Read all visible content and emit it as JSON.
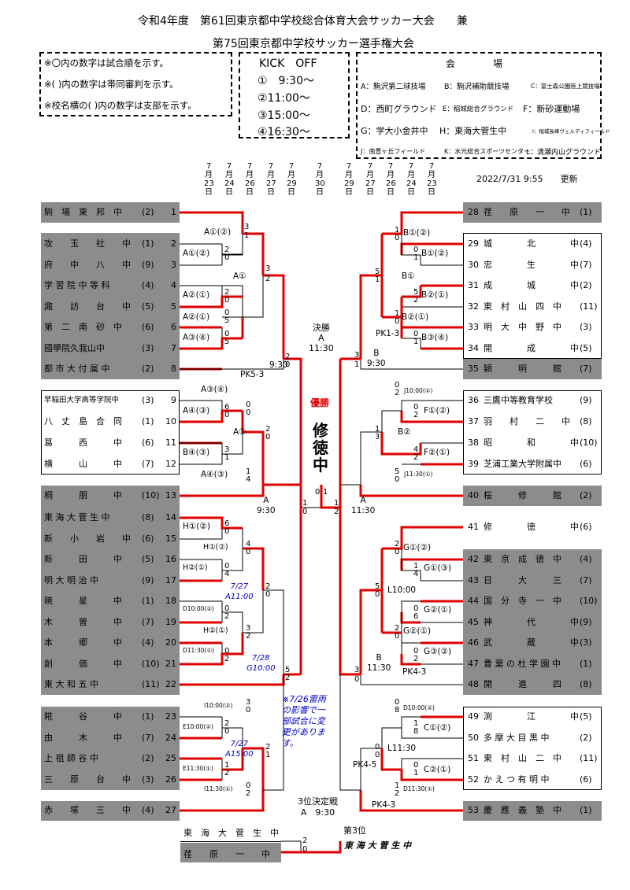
{
  "title1": "令和4年度　第61回東京都中学校総合体育大会サッカー大会　　兼",
  "title2": "第75回東京都中学校サッカー選手権大会",
  "notes": [
    "※〇内の数字は試合順を示す。",
    "※( )内の数字は帯同審判を示す。",
    "※校名横の( )内の数字は支部を示す。"
  ],
  "kickoff": {
    "title": "KICK　OFF",
    "times": [
      "①　9:30～",
      "②11:00～",
      "③15:00～",
      "④16:30～"
    ]
  },
  "venues_title": "会　　　　場",
  "venues": [
    "A：駒沢第二球技場",
    "B：駒沢補助競技場",
    "C：富士森公園陸上競技場",
    "D：西町グラウンド",
    "E：稲城総合グラウンド",
    "F：新砂運動場",
    "G：学大小金井中",
    "H：東海大菅生中",
    "I：稲城長峰ヴェルディフィールド",
    "J：南豊ヶ丘フィールド",
    "K：水元総合スポーツセンター",
    "L：清瀬内山グラウンド"
  ],
  "dates_left": [
    "7月23日",
    "7月24日",
    "7月26日",
    "7月27日",
    "7月29日",
    "7月30日"
  ],
  "dates_right": [
    "7月29日",
    "7月27日",
    "7月26日",
    "7月24日",
    "7月23日"
  ],
  "updated": "2022/7/31 9:55　　更新",
  "teams_left": [
    {
      "name": "駒　場　東　邦　中",
      "br": "(2)",
      "no": "1"
    },
    {
      "name": "攻　　玉　　社　　中",
      "br": "(1)",
      "no": "2"
    },
    {
      "name": "府　　中　　八　　中",
      "br": "(9)",
      "no": "3"
    },
    {
      "name": "学 習 院 中 等 科",
      "br": "(4)",
      "no": "4"
    },
    {
      "name": "諏　　訪　　台　　中",
      "br": "(5)",
      "no": "5"
    },
    {
      "name": "第　二　南　砂　中",
      "br": "(6)",
      "no": "6"
    },
    {
      "name": "國學院久我山中",
      "br": "(3)",
      "no": "7"
    },
    {
      "name": "都 市 大 付 属 中",
      "br": "(2)",
      "no": "8"
    },
    {
      "name": "早稲田大学高等学院中",
      "br": "(3)",
      "no": "9"
    },
    {
      "name": "八　丈　島　合　同",
      "br": "(1)",
      "no": "10"
    },
    {
      "name": "葛　　　西　　　中",
      "br": "(6)",
      "no": "11"
    },
    {
      "name": "横　　　山　　　中",
      "br": "(7)",
      "no": "12"
    },
    {
      "name": "桐　　　朋　　　中",
      "br": "(10)",
      "no": "13"
    },
    {
      "name": "東 海 大 菅 生 中",
      "br": "(8)",
      "no": "14"
    },
    {
      "name": "新　　小　　岩　　中",
      "br": "(6)",
      "no": "15"
    },
    {
      "name": "新　　　田　　　中",
      "br": "(5)",
      "no": "16"
    },
    {
      "name": "明 大 明 治 中",
      "br": "(9)",
      "no": "17"
    },
    {
      "name": "暁　　　星　　　中",
      "br": "(1)",
      "no": "18"
    },
    {
      "name": "木　　　曽　　　中",
      "br": "(7)",
      "no": "19"
    },
    {
      "name": "本　　　郷　　　中",
      "br": "(4)",
      "no": "20"
    },
    {
      "name": "創　　　価　　　中",
      "br": "(10)",
      "no": "21"
    },
    {
      "name": "東 大 和 五 中",
      "br": "(11)",
      "no": "22"
    },
    {
      "name": "糀　　　谷　　　中",
      "br": "(1)",
      "no": "23"
    },
    {
      "name": "由　　　木　　　中",
      "br": "(7)",
      "no": "24"
    },
    {
      "name": "上 祖 師 谷 中",
      "br": "(2)",
      "no": "25"
    },
    {
      "name": "三　　原　　台　　中",
      "br": "(3)",
      "no": "26"
    },
    {
      "name": "赤　　塚　　三　　中",
      "br": "(4)",
      "no": "27"
    }
  ],
  "teams_right": [
    {
      "no": "28",
      "name": "荏　　原　　一　　中",
      "br": "(1)"
    },
    {
      "no": "29",
      "name": "城　　　　北　　　　中",
      "br": "(4)"
    },
    {
      "no": "30",
      "name": "忠　　　　生　　　　中",
      "br": "(7)"
    },
    {
      "no": "31",
      "name": "成　　　　城　　　　中",
      "br": "(2)"
    },
    {
      "no": "32",
      "name": "東　村　山　四　中",
      "br": "(11)"
    },
    {
      "no": "33",
      "name": "明　大　中　野　中",
      "br": "(3)"
    },
    {
      "no": "34",
      "name": "開　　　　成　　　　中",
      "br": "(5)"
    },
    {
      "no": "35",
      "name": "穎　　　明　　　館",
      "br": "(7)"
    },
    {
      "no": "36",
      "name": "三鷹中等教育学校",
      "br": "(9)"
    },
    {
      "no": "37",
      "name": "羽　　村　　二　　中",
      "br": "(8)"
    },
    {
      "no": "38",
      "name": "昭　　　　和　　　　中",
      "br": "(10)"
    },
    {
      "no": "39",
      "name": "芝浦工業大学附属中",
      "br": "(6)"
    },
    {
      "no": "40",
      "name": "桜　　　修　　　館",
      "br": "(2)"
    },
    {
      "no": "41",
      "name": "修　　　　徳　　　　中",
      "br": "(6)"
    },
    {
      "no": "42",
      "name": "東　京　成　徳　中",
      "br": "(4)"
    },
    {
      "no": "43",
      "name": "日　　　大　　　三",
      "br": "(7)"
    },
    {
      "no": "44",
      "name": "国　分　寺　一　中",
      "br": "(10)"
    },
    {
      "no": "45",
      "name": "神　　　　代　　　　中",
      "br": "(9)"
    },
    {
      "no": "46",
      "name": "武　　　　蔵　　　　中",
      "br": "(3)"
    },
    {
      "no": "47",
      "name": "豊 葉 の 杜 学 園 中",
      "br": "(1)"
    },
    {
      "no": "48",
      "name": "開　　　進　　　四",
      "br": "(8)"
    },
    {
      "no": "49",
      "name": "渕　　　　江　　　　中",
      "br": "(5)"
    },
    {
      "no": "50",
      "name": "多 摩 大 目 黒 中",
      "br": "(2)"
    },
    {
      "no": "51",
      "name": "東　村　山　二　中",
      "br": "(11)"
    },
    {
      "no": "52",
      "name": "か え つ 有 明 中",
      "br": "(6)"
    },
    {
      "no": "53",
      "name": "慶　應　義　塾　中",
      "br": "(1)"
    }
  ],
  "champion_label": "優勝",
  "champion": "修徳中",
  "final_label": "決勝\nA\n11:30",
  "third_label": "3位決定戦\nA　9:30",
  "third_teams": [
    "東　海　大　菅　生　中",
    "荏　　原　　一　　中"
  ],
  "third_place_label": "第3位",
  "third_place": "東 海 大 菅 生 中",
  "rain_note": "※7/26雷雨\nの影響で一\n部試合に変\n更がありま\nす。",
  "match_labels": {
    "a12": "A①(②)",
    "a12b": "A①(②)",
    "a1": "A①",
    "a21a": "A②(①)",
    "a21b": "A②(①)",
    "a34": "A③(④)",
    "a2": "A②",
    "a930": "9:30",
    "pk53": "PK5-3",
    "a34b": "A③(④)",
    "a43": "A④(③)",
    "b43": "B④(③)",
    "a43b": "A④(③)",
    "a_930": "A\n9:30",
    "h12": "H①(②)",
    "h12b": "H①(②)",
    "h21": "H②(①)",
    "d": "D10:00(②)",
    "h21b": "H②(①)",
    "d2": "D11:30(①)",
    "bl727a": "7/27\nA11:00",
    "bl728": "7/28\nG10:00",
    "i1": "I10:00(②)",
    "e1": "E10:00(②)",
    "bl727b": "7/27\nA15:00",
    "e2": "E11:30(①)",
    "i2": "I11:30(①)",
    "b12": "B①(②)",
    "b12b": "B①(②)",
    "b1": "B①",
    "b21": "B②(①)",
    "b21b": "B②(①)",
    "pk13": "PK1-3",
    "b34": "B③(④)",
    "b_930": "B\n9:30",
    "j1": "J10:00(②)",
    "f12": "F①(②)",
    "b2": "B②",
    "f21": "F②(①)",
    "j2": "J11:30(①)",
    "a_1130": "A\n11:30",
    "g12": "G①(②)",
    "g13": "G①(③)",
    "l1000": "L10:00",
    "g21": "G②(①)",
    "g21b": "G②(①)",
    "g32": "G③(②)",
    "b_1130": "B\n11:30",
    "pk43": "PK4-3",
    "d3": "D10:00(②)",
    "c12": "C①(②)",
    "l1130": "L11:30",
    "pk45": "PK4-5",
    "c21": "C②(①)",
    "d4": "D11:30(①)",
    "pk43b": "PK4-3"
  }
}
